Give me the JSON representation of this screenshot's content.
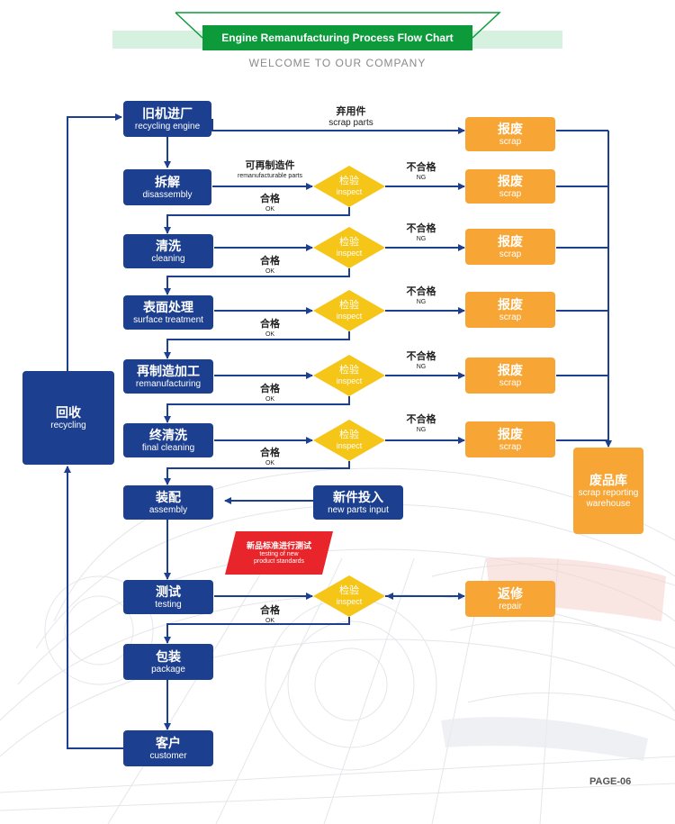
{
  "header": {
    "title": "Engine Remanufacturing Process Flow Chart",
    "welcome": "WELCOME TO OUR COMPANY"
  },
  "steps": {
    "recycling_engine": {
      "zh": "旧机进厂",
      "en": "recycling engine"
    },
    "disassembly": {
      "zh": "拆解",
      "en": "disassembly"
    },
    "cleaning": {
      "zh": "清洗",
      "en": "cleaning"
    },
    "surface_treatment": {
      "zh": "表面处理",
      "en": "surface treatment"
    },
    "remanufacturing": {
      "zh": "再制造加工",
      "en": "remanufacturing"
    },
    "final_cleaning": {
      "zh": "终清洗",
      "en": "final cleaning"
    },
    "assembly": {
      "zh": "装配",
      "en": "assembly"
    },
    "testing": {
      "zh": "测试",
      "en": "testing"
    },
    "package": {
      "zh": "包装",
      "en": "package"
    },
    "customer": {
      "zh": "客户",
      "en": "customer"
    },
    "recycling": {
      "zh": "回收",
      "en": "recycling"
    },
    "new_parts_input": {
      "zh": "新件投入",
      "en": "new parts input"
    },
    "repair": {
      "zh": "返修",
      "en": "repair"
    },
    "scrap_warehouse": {
      "zh": "废品库",
      "en": "scrap reporting warehouse"
    }
  },
  "inspect": {
    "zh": "检验",
    "en": "inspect"
  },
  "scrap": {
    "zh": "报废",
    "en": "scrap"
  },
  "labels": {
    "scrap_parts": {
      "zh": "弃用件",
      "en": "scrap parts"
    },
    "remanufacturable": {
      "zh": "可再制造件",
      "en": "remanufacturable parts"
    },
    "ok": {
      "zh": "合格",
      "en": "OK"
    },
    "ng": {
      "zh": "不合格",
      "en": "NG"
    }
  },
  "testing_note": {
    "zh": "新品标准进行测试",
    "en": "testing of new product standards"
  },
  "colors": {
    "blue": "#1c3f8f",
    "orange": "#f7a635",
    "yellow": "#f5c518",
    "green": "#0d9a3b",
    "red": "#e8252a",
    "line": "#1c3f8f"
  },
  "page": "PAGE-06"
}
